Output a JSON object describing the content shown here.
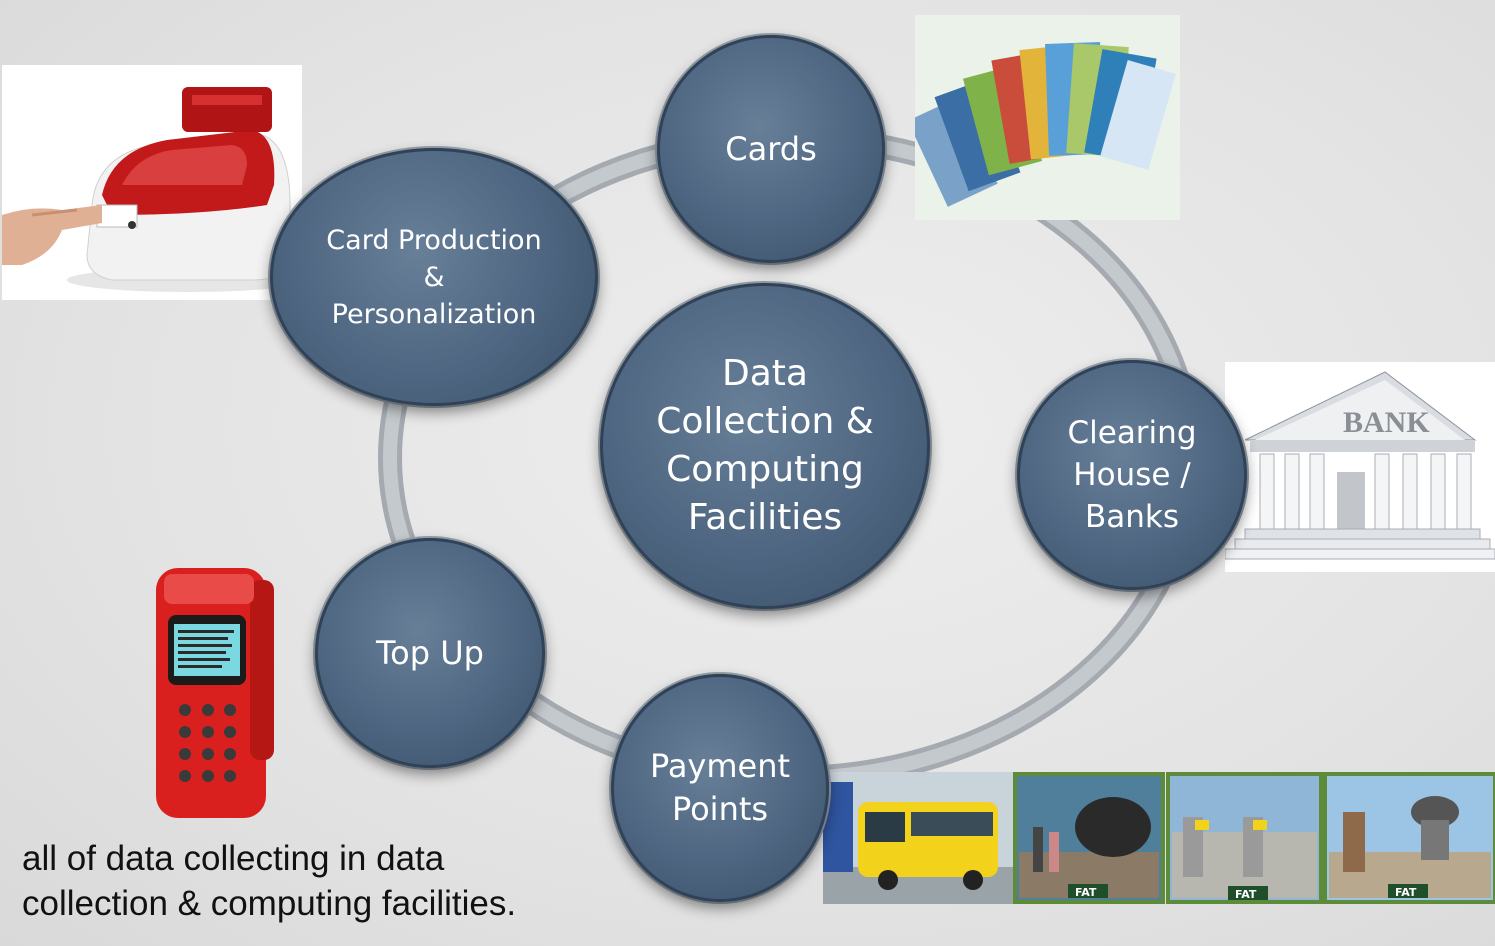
{
  "diagram": {
    "center": "Data\nCollection &\nComputing\nFacilities",
    "nodes": {
      "cards": "Cards",
      "card_production": "Card Production\n&\nPersonalization",
      "clearing": "Clearing\nHouse /\nBanks",
      "top_up": "Top Up",
      "payment_points": "Payment\nPoints"
    },
    "ring_color": "#b6bcc2",
    "node_color": "#4d6580"
  },
  "photos": {
    "bank_sign": "BANK",
    "fat_logo": "FAT"
  },
  "caption": "all of data collecting in data\ncollection & computing facilities."
}
